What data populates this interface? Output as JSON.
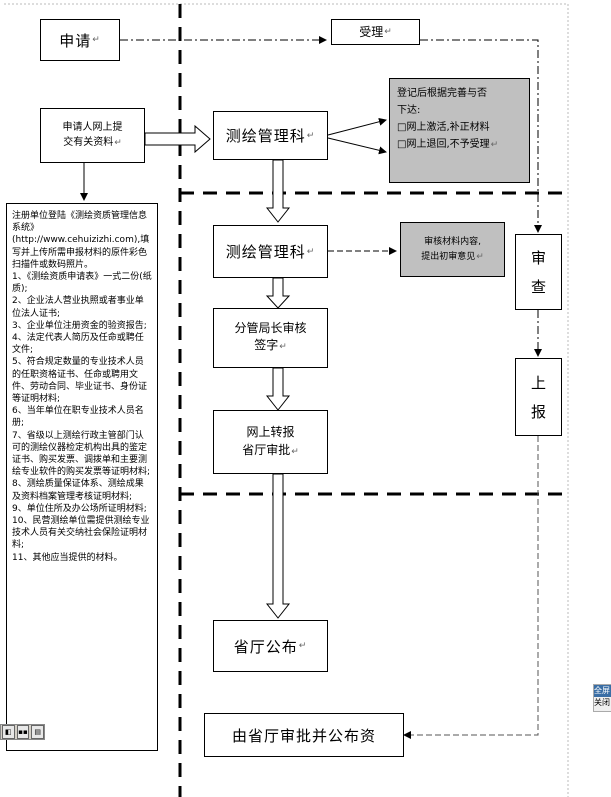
{
  "nodes": {
    "apply": "申请",
    "accept": "受理",
    "online_submit_line1": "申请人网上提",
    "online_submit_line2": "交有关资料",
    "mapping_dept_1": "测绘管理科",
    "registration_line1": "登记后根据完善与否",
    "registration_line2": "下达:",
    "registration_opt1": "□网上激活,补正材料",
    "registration_opt2": "□网上退回,不予受理",
    "mapping_dept_2": "测绘管理科",
    "review_materials_line1": "审核材料内容,",
    "review_materials_line2": "提出初审意见",
    "review_char1": "审",
    "review_char2": "查",
    "deputy_sign_line1": "分管局长审核",
    "deputy_sign_line2": "签字",
    "report_char1": "上",
    "report_char2": "报",
    "online_forward_line1": "网上转报",
    "online_forward_line2": "省厅审批",
    "provincial_publish": "省厅公布",
    "final": "由省厅审批并公布资"
  },
  "document_list": [
    "注册单位登陆《测绘资质管理信息系统》(http://www.cehuizizhi.com),填写并上传所需申报材料的原件彩色扫描件或数码照片。",
    "1、《测绘资质申请表》一式二份(纸质);",
    "2、企业法人营业执照或者事业单位法人证书;",
    "3、企业单位注册资金的验资报告;",
    "4、法定代表人简历及任命或聘任文件;",
    "5、符合规定数量的专业技术人员的任职资格证书、任命或聘用文件、劳动合同、毕业证书、身份证等证明材料;",
    "6、当年单位在职专业技术人员名册;",
    "7、省级以上测绘行政主管部门认可的测绘仪器检定机构出具的鉴定证书、购买发票、调拨单和主要测绘专业软件的购买发票等证明材料;",
    "8、测绘质量保证体系、测绘成果及资料档案管理考核证明材料;",
    "9、单位住所及办公场所证明材料;",
    "10、民营测绘单位需提供测绘专业技术人员有关交纳社会保险证明材料;",
    "11、其他应当提供的材料。"
  ],
  "edge_widget": {
    "line1": "全屏",
    "line2": "关闭"
  },
  "toolbar": {
    "btn2": "▪▪"
  },
  "paragraph_mark": "↵",
  "colors": {
    "box_gray": "#c0c0c0",
    "line": "#000000",
    "dashed_arrow": "#555555"
  }
}
